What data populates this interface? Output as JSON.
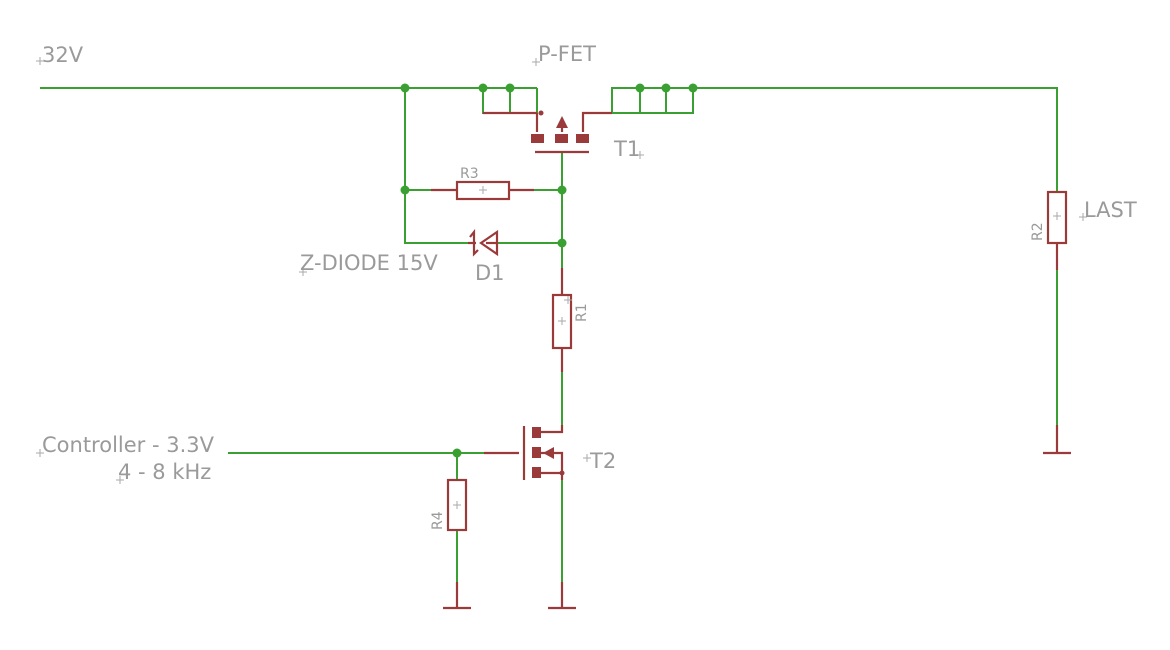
{
  "labels": {
    "supply": "32V",
    "pfet": "P-FET",
    "t1": "T1",
    "r3": "R3",
    "zener": "Z-DIODE 15V",
    "d1": "D1",
    "r1": "R1",
    "controller": "Controller - 3.3V",
    "frequency": "4 - 8 kHz",
    "t2": "T2",
    "r4": "R4",
    "r2": "R2",
    "load": "LAST"
  },
  "colors": {
    "wire": "#3aa032",
    "part": "#9a3a3a",
    "text": "#9a9a9a"
  }
}
